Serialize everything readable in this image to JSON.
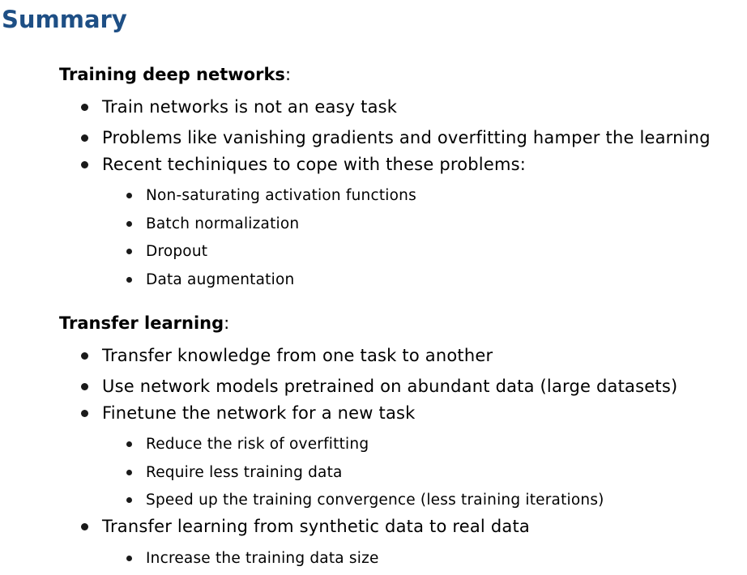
{
  "slide": {
    "title": "Summary"
  },
  "sections": [
    {
      "heading": "Training deep networks",
      "heading_suffix": ":",
      "items": [
        {
          "text": "Train networks is not an easy task"
        },
        {
          "text": "Problems like vanishing gradients and overfitting hamper the learning"
        },
        {
          "text": "Recent techiniques to cope with these problems:",
          "subitems": [
            {
              "text": "Non-saturating activation functions"
            },
            {
              "text": "Batch normalization"
            },
            {
              "text": "Dropout"
            },
            {
              "text": "Data augmentation"
            }
          ]
        }
      ]
    },
    {
      "heading": "Transfer learning",
      "heading_suffix": ":",
      "items": [
        {
          "text": "Transfer knowledge from one task to another"
        },
        {
          "text": "Use network models pretrained on abundant data (large datasets)"
        },
        {
          "text": "Finetune the network for a new task",
          "subitems": [
            {
              "text": "Reduce the risk of overfitting"
            },
            {
              "text": "Require less training data"
            },
            {
              "text": "Speed up the training convergence (less training iterations)"
            }
          ]
        },
        {
          "text": "Transfer learning from synthetic data to real data",
          "subitems": [
            {
              "text": "Increase the training data size"
            }
          ]
        }
      ]
    }
  ],
  "colors": {
    "title": "#1e4f85",
    "text": "#000000",
    "bullet": "#1a1a1a"
  }
}
